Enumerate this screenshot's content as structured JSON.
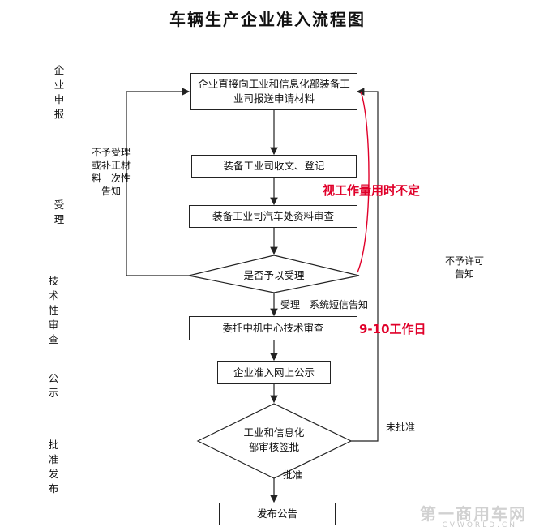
{
  "title": "车辆生产企业准入流程图",
  "stages": {
    "apply": "企业申报",
    "accept": "受理",
    "review": "技术性审查",
    "publicity": "公示",
    "approve": "批准发布"
  },
  "boxes": {
    "submit": "企业直接向工业和信息化部装备工业司报送申请材料",
    "receive": "装备工业司收文、登记",
    "check": "装备工业司汽车处资料审查",
    "decision": "是否予以受理",
    "tech_review": "委托中机中心技术审查",
    "public": "企业准入网上公示",
    "ministry": "工业和信息化部审核签批",
    "publish": "发布公告"
  },
  "notes": {
    "reject_left": "不予受理或补正材料一次性告知",
    "reject_right": "不予许可告知",
    "time_variable": "视工作量用时不定",
    "time_days": "9-10工作日",
    "accepted": "受理",
    "sms": "系统短信告知",
    "not_approved": "未批准",
    "approved": "批准"
  },
  "watermark": {
    "cn": "第一商用车网",
    "en": "CVWORLD.CN"
  },
  "colors": {
    "line": "#222222",
    "accent_red": "#e0002a"
  }
}
